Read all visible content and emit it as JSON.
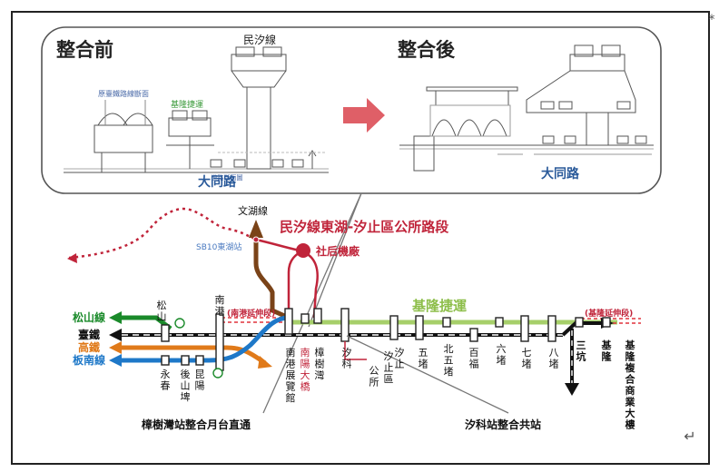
{
  "corner_mark": "*",
  "return_glyph": "↵",
  "inset": {
    "before_title": "整合前",
    "after_title": "整合後",
    "minxi_label": "民汐線",
    "existing_rail_label": "原臺鐵路線斷面",
    "keelung_metro_label": "基隆捷運",
    "road_section_label": "道路斷面圖",
    "road_name": "大同路",
    "arrow_color": "#d9434c"
  },
  "map": {
    "headline": "民汐線東湖-汐止區公所路段",
    "wenhu_label": "文湖線",
    "sb10_label": "SB10東湖站",
    "depot_label": "社后機廠",
    "keelung_metro_label": "基隆捷運",
    "nangang_ext": "(南港延伸段)",
    "keelung_ext": "(基隆延伸段)",
    "legend": [
      {
        "name": "松山線",
        "color": "#1a8a2a"
      },
      {
        "name": "臺鐵",
        "color": "#111111"
      },
      {
        "name": "高鐵",
        "color": "#e07a1a"
      },
      {
        "name": "板南線",
        "color": "#1e78c8"
      }
    ],
    "stations_top": [
      {
        "name": "松山"
      },
      {
        "name": "南港"
      }
    ],
    "stations_bottom": [
      {
        "name": "永春"
      },
      {
        "name": "後山埤"
      },
      {
        "name": "昆陽"
      },
      {
        "name": "南港展覽館"
      },
      {
        "name": "南陽大橋",
        "red": true
      },
      {
        "name": "樟樹灣"
      },
      {
        "name": "汐科"
      },
      {
        "name": "公所"
      },
      {
        "name": "汐止區"
      },
      {
        "name": "汐止"
      },
      {
        "name": "五堵"
      },
      {
        "name": "北五堵"
      },
      {
        "name": "百福"
      },
      {
        "name": "六堵"
      },
      {
        "name": "七堵"
      },
      {
        "name": "八堵"
      },
      {
        "name": "三坑"
      },
      {
        "name": "基隆"
      },
      {
        "name": "基隆複合商業大樓"
      }
    ],
    "callout_left": "樟樹灣站整合月台直通",
    "callout_right": "汐科站整合共站"
  }
}
